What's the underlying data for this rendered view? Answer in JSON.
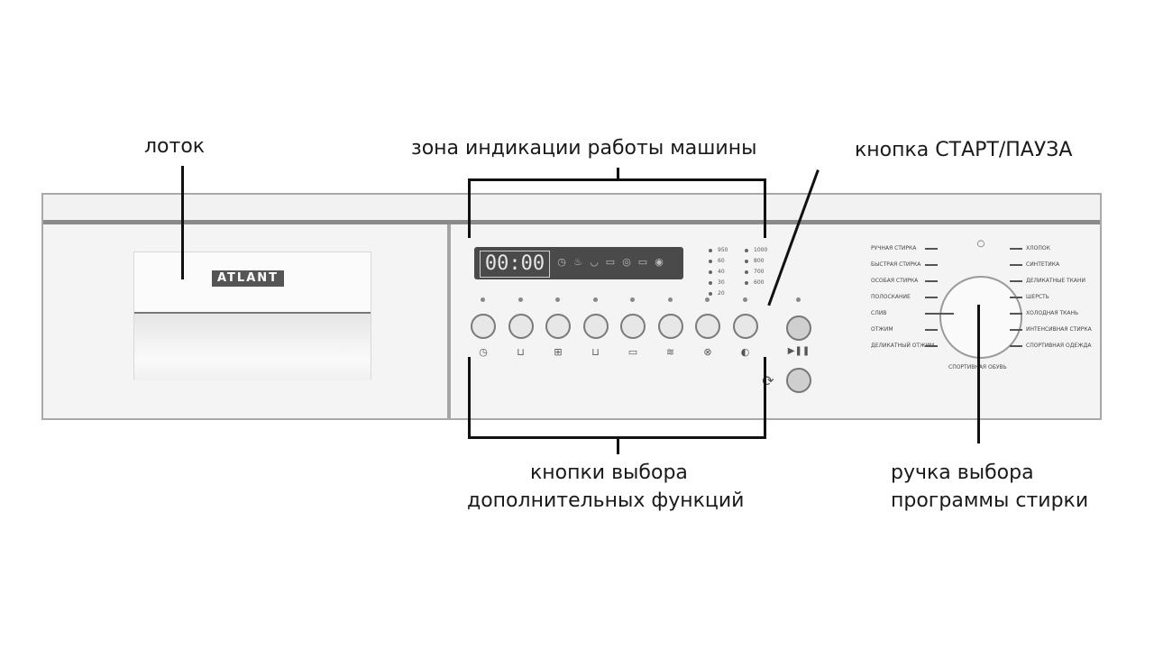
{
  "callouts": {
    "tray": "лоток",
    "indication": "зона индикации работы машины",
    "start_pause": "кнопка СТАРТ/ПАУЗА",
    "extra_buttons_line1": "кнопки выбора",
    "extra_buttons_line2": "дополнительных функций",
    "program_knob_line1": "ручка выбора",
    "program_knob_line2": "программы стирки"
  },
  "panel": {
    "brand": "ATLANT",
    "display_time": "00:00",
    "temps": [
      "950",
      "60",
      "40",
      "30",
      "20"
    ],
    "spins": [
      "1000",
      "800",
      "700",
      "600"
    ],
    "display_icons": [
      "clock-icon",
      "prewash-icon",
      "wash-icon",
      "rinse-icon",
      "spin-icon",
      "drain-icon",
      "lock-icon"
    ],
    "extra_icons": [
      "timer-icon",
      "prewash-icon",
      "intensive-icon",
      "rinse-plus-icon",
      "spin-icon",
      "easy-iron-icon",
      "child-lock-icon",
      "no-spin-icon"
    ],
    "start_pause_symbol": "▶❚❚",
    "programs_left": [
      "РУЧНАЯ СТИРКА",
      "БЫСТРАЯ СТИРКА",
      "ОСОБАЯ СТИРКА",
      "ПОЛОСКАНИЕ",
      "СЛИВ",
      "ОТЖИМ",
      "ДЕЛИКАТНЫЙ ОТЖИМ"
    ],
    "programs_right": [
      "ХЛОПОК",
      "СИНТЕТИКА",
      "ДЕЛИКАТНЫЕ ТКАНИ",
      "ШЕРСТЬ",
      "ХОЛОДНАЯ ТКАНЬ",
      "ИНТЕНСИВНАЯ СТИРКА",
      "СПОРТИВНАЯ ОДЕЖДА"
    ],
    "program_bottom": "СПОРТИВНАЯ ОБУВЬ"
  }
}
